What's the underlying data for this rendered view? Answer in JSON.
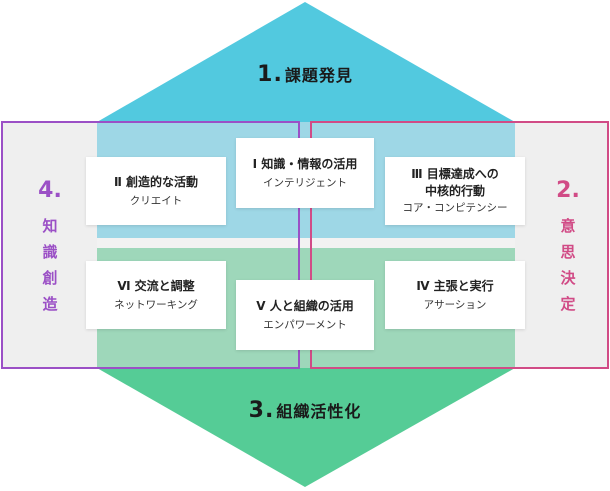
{
  "colors": {
    "top_blue": "#52c9df",
    "band_blue": "#9ed7e6",
    "bottom_green": "#55cc96",
    "band_green": "#9ed7ba",
    "gray": "#efefef",
    "purple": "#9b50c6",
    "pink": "#d14b86"
  },
  "top_title": {
    "num": "1.",
    "text": "課題発見"
  },
  "bottom_title": {
    "num": "3.",
    "text": "組織活性化"
  },
  "left_title": {
    "num": "4.",
    "text": [
      "知",
      "識",
      "創",
      "造"
    ]
  },
  "right_title": {
    "num": "2.",
    "text": [
      "意",
      "思",
      "決",
      "定"
    ]
  },
  "cards": {
    "c1": {
      "title": "Ⅰ 知識・情報の活用",
      "sub": "インテリジェント"
    },
    "c2": {
      "title": "Ⅱ 創造的な活動",
      "sub": "クリエイト"
    },
    "c3": {
      "title_l1": "Ⅲ 目標達成への",
      "title_l2": "中核的行動",
      "sub": "コア・コンピテンシー"
    },
    "c4": {
      "title": "Ⅳ 主張と実行",
      "sub": "アサーション"
    },
    "c5": {
      "title": "Ⅴ 人と組織の活用",
      "sub": "エンパワーメント"
    },
    "c6": {
      "title": "Ⅵ 交流と調整",
      "sub": "ネットワーキング"
    }
  }
}
